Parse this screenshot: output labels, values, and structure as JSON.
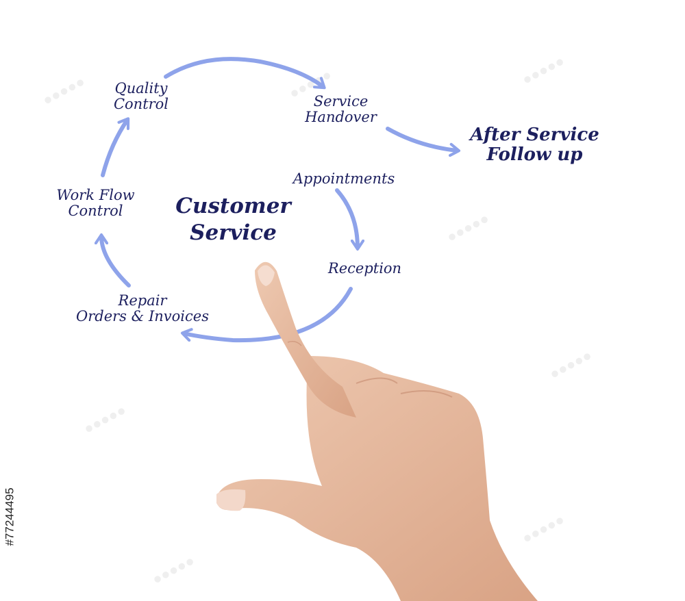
{
  "diagram": {
    "center": {
      "line1": "Customer",
      "line2": "Service"
    },
    "nodes": {
      "appointments": "Appointments",
      "reception": "Reception",
      "repair": {
        "line1": "Repair",
        "line2": "Orders & Invoices"
      },
      "workflow": {
        "line1": "Work Flow",
        "line2": "Control"
      },
      "quality": {
        "line1": "Quality",
        "line2": "Control"
      },
      "handover": {
        "line1": "Service",
        "line2": "Handover"
      },
      "after": {
        "line1": "After Service",
        "line2": "Follow up"
      }
    },
    "colors": {
      "arrow": "#8ea3ea",
      "text": "#1c1f5e",
      "skin": "#e7b99e"
    }
  },
  "stock": {
    "id": "#77244495",
    "watermark_icon": "adobe-stock-watermark"
  }
}
